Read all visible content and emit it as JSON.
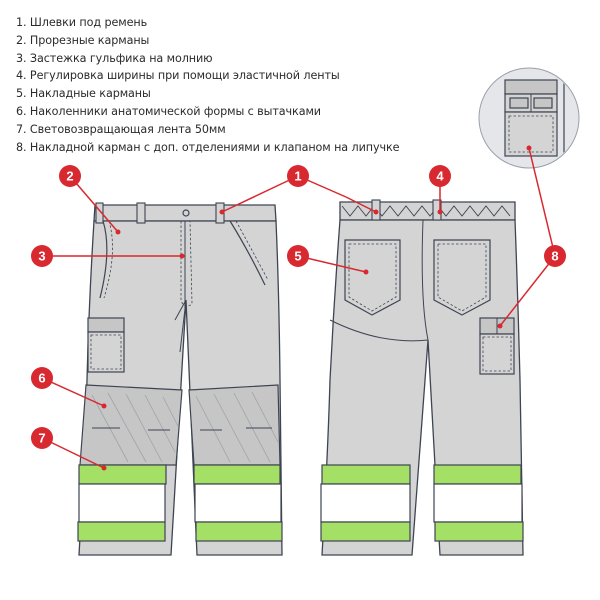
{
  "legend": [
    "1. Шлевки под ремень",
    "2. Прорезные карманы",
    "3. Застежка гульфика на молнию",
    "4. Регулировка ширины при помощи эластичной ленты",
    "5. Накладные карманы",
    "6. Наколенники анатомической формы с вытачками",
    "7. Световозвращающая лента 50мм",
    "8. Накладной карман с доп. отделениями и клапаном на липучке"
  ],
  "callouts": {
    "c1": "1",
    "c2": "2",
    "c3": "3",
    "c4": "4",
    "c5": "5",
    "c6": "6",
    "c7": "7",
    "c8": "8"
  },
  "colors": {
    "fabric": "#d4d4d4",
    "fabric_dark": "#c6c6c6",
    "outline": "#3e4452",
    "reflective": "#a5e066",
    "band_white": "#ffffff",
    "accent": "#d7292f",
    "zoom_bg": "#e4e6ea"
  }
}
